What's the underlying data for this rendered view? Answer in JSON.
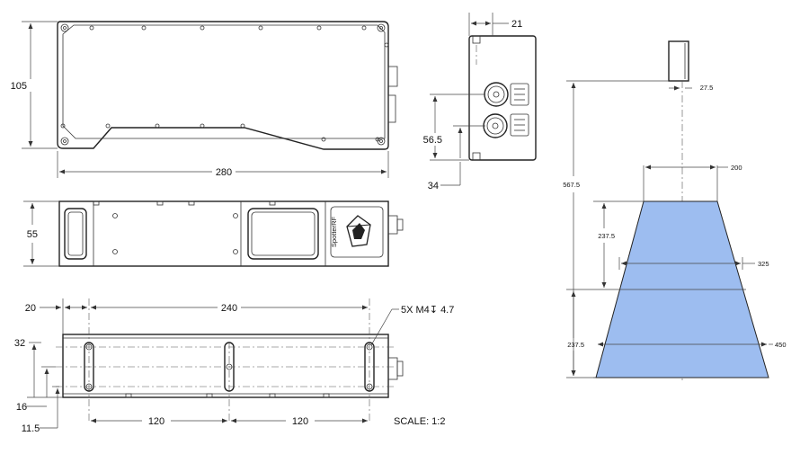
{
  "drawing": {
    "views": {
      "top_view": {
        "dims": {
          "height": "105",
          "length": "280"
        }
      },
      "end_view": {
        "dims": {
          "width": "21",
          "connector_height": "56.5",
          "connector_offset": "34"
        }
      },
      "front_view": {
        "dims": {
          "height": "55"
        },
        "logo_text": "SpotterRF"
      },
      "bottom_view": {
        "dims": {
          "edge_offset": "20",
          "hole_span": "240",
          "hole_callout": "5X M4↧ 4.7",
          "slot_height": "32",
          "hole_y": "16",
          "base_offset": "11.5",
          "left_spacing": "120",
          "right_spacing": "120"
        },
        "scale_label": "SCALE: 1:2"
      },
      "beam_view": {
        "dims": {
          "offset": "27.5",
          "top_width": "200",
          "total_range": "567.5",
          "upper_range": "237.5",
          "mid_width": "325",
          "lower_range": "237.5",
          "bottom_width": "450"
        },
        "beam_color": "#9dbdf0"
      }
    }
  }
}
